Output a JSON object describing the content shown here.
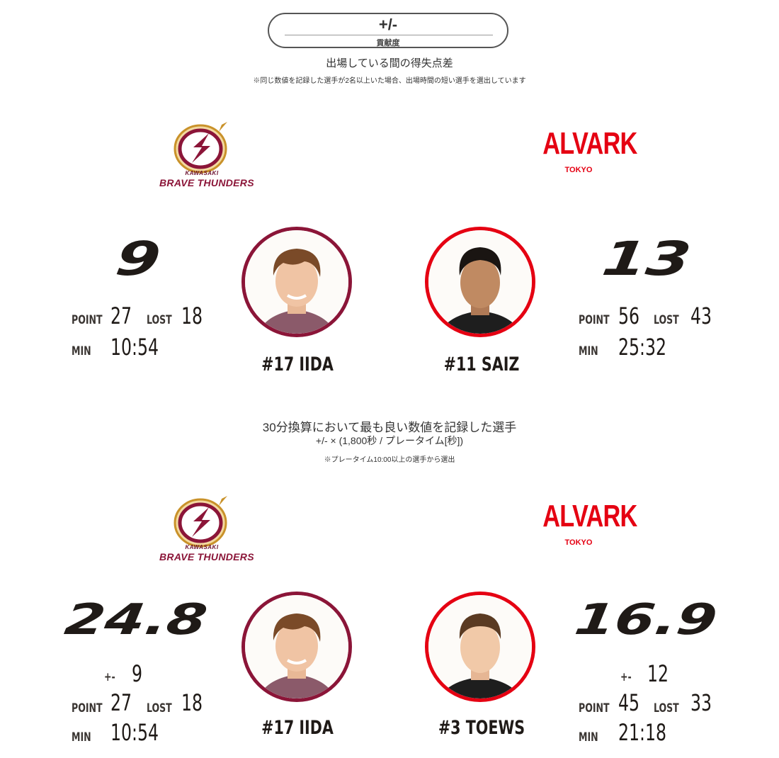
{
  "header": {
    "symbol": "+/-",
    "subtitle": "貢献度",
    "description": "出場している間の得失点差",
    "note": "※同じ数値を記録した選手が2名以上いた場合、出場時間の短い選手を選出しています"
  },
  "teams": {
    "home": {
      "logo_small": "KAWASAKI",
      "logo_name": "BRAVE THUNDERS",
      "color": "#8b1538"
    },
    "away": {
      "logo_name": "ALVARK",
      "logo_sub": "TOKYO",
      "color": "#e50012"
    }
  },
  "labels": {
    "point": "POINT",
    "lost": "LOST",
    "min": "MIN",
    "pm": "+-"
  },
  "section1": {
    "home": {
      "big": "9",
      "point": "27",
      "lost": "18",
      "min": "10:54",
      "player": "#17 IIDA"
    },
    "away": {
      "big": "13",
      "point": "56",
      "lost": "43",
      "min": "25:32",
      "player": "#11 SAIZ"
    }
  },
  "section2_header": {
    "description": "30分換算において最も良い数値を記録した選手",
    "formula": "+/- × (1,800秒 / プレータイム[秒])",
    "note": "※プレータイム10:00以上の選手から選出"
  },
  "section2": {
    "home": {
      "big": "24.8",
      "pm": "9",
      "point": "27",
      "lost": "18",
      "min": "10:54",
      "player": "#17 IIDA"
    },
    "away": {
      "big": "16.9",
      "pm": "12",
      "point": "45",
      "lost": "33",
      "min": "21:18",
      "player": "#3 TOEWS"
    }
  }
}
